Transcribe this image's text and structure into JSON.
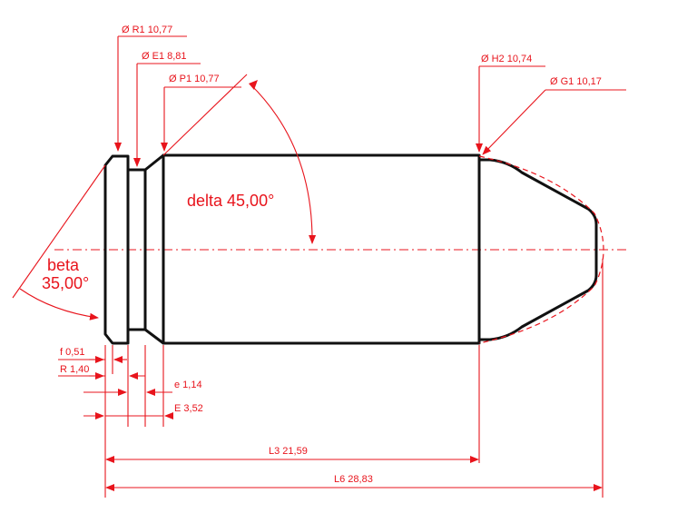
{
  "colors": {
    "dimension": "#e8141c",
    "outline": "#111111",
    "background": "#ffffff"
  },
  "labels": {
    "r1": "Ø R1  10,77",
    "e1": "Ø E1  8,81",
    "p1": "Ø P1  10,77",
    "h2": "Ø H2  10,74",
    "g1": "Ø G1  10,17",
    "delta": "delta  45,00°",
    "beta_name": "beta",
    "beta_value": "35,00°",
    "f": "f 0,51",
    "r": "R 1,40",
    "e_small": "e  1,14",
    "e_big": "E  3,52",
    "l3": "L3  21,59",
    "l6": "L6  28,83"
  }
}
